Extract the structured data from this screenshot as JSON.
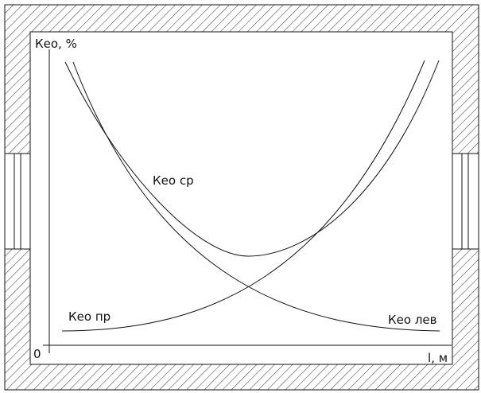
{
  "axes": {
    "y_label": "Кео, %",
    "x_label": "l, м",
    "origin_label": "0"
  },
  "curves": {
    "kep_sr": "Кео ср",
    "kep_pr": "Кео пр",
    "kep_lev": "Кео лев"
  },
  "colors": {
    "line": "#111111",
    "hatch": "#333333",
    "background": "#ffffff"
  }
}
